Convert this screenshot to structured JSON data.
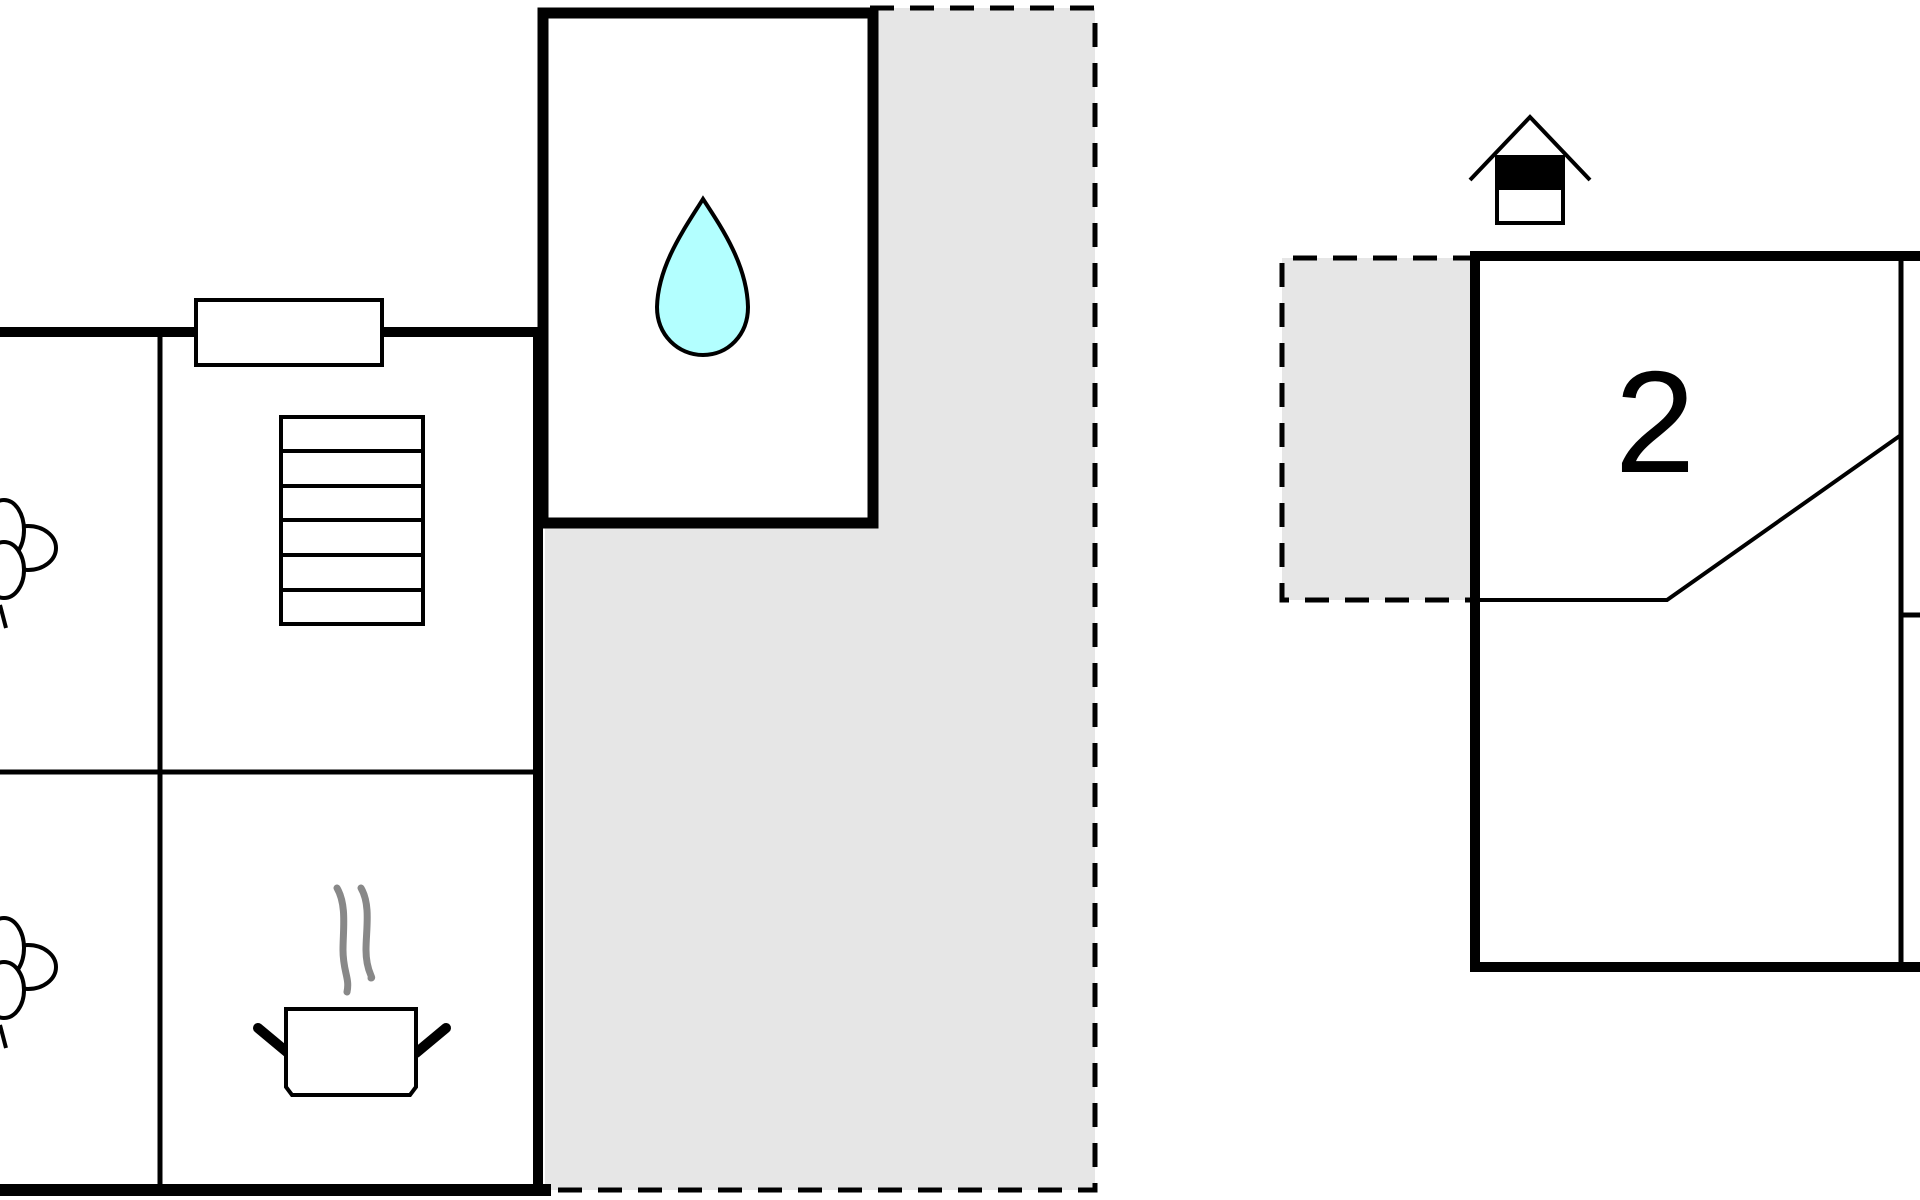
{
  "floorplan": {
    "rooms": [
      {
        "id": "room-2",
        "label": "2"
      }
    ],
    "icons": [
      {
        "name": "flower-icon",
        "count": 2
      },
      {
        "name": "stairs-icon",
        "count": 1
      },
      {
        "name": "cooking-pot-icon",
        "count": 1
      },
      {
        "name": "water-drop-icon",
        "count": 1
      },
      {
        "name": "house-entrance-icon",
        "count": 1
      },
      {
        "name": "radiator-icon",
        "count": 1
      }
    ],
    "colors": {
      "wall": "#000000",
      "terrace_fill": "#e6e6e6",
      "water": "#b3ffff",
      "steam": "#888888",
      "background": "#ffffff"
    }
  }
}
